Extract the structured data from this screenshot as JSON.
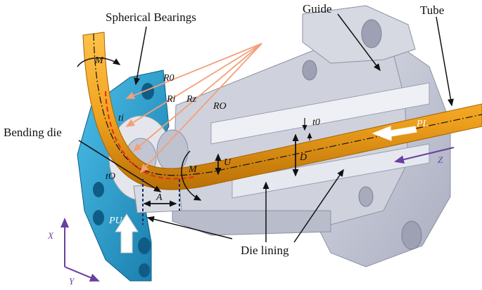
{
  "labels": {
    "spherical_bearings": "Spherical Bearings",
    "guide": "Guide",
    "tube": "Tube",
    "bending_die": "Bending die",
    "die_lining": "Die lining"
  },
  "symbols": {
    "M_top": "M",
    "R0": "R0",
    "Ri": "Ri",
    "Rz": "Rz",
    "Ro": "RO",
    "ti": "ti",
    "to": "tO",
    "t0": "t0",
    "M_mid": "M",
    "U": "U",
    "D": "D",
    "A": "A",
    "PL": "PL",
    "PU": "PU"
  },
  "axes": {
    "x": "X",
    "y": "Y",
    "z": "Z"
  },
  "colors": {
    "tube": "#f0a21e",
    "tube_dark": "#c97d08",
    "guide": "#c9cbd6",
    "guide_dark": "#9a9eb0",
    "die": "#2aa6d8",
    "die_dark": "#1a7fb0",
    "radius_lines": "#f2a07a",
    "axis": "#6a3fa0",
    "centerline_red": "#e8271c"
  }
}
